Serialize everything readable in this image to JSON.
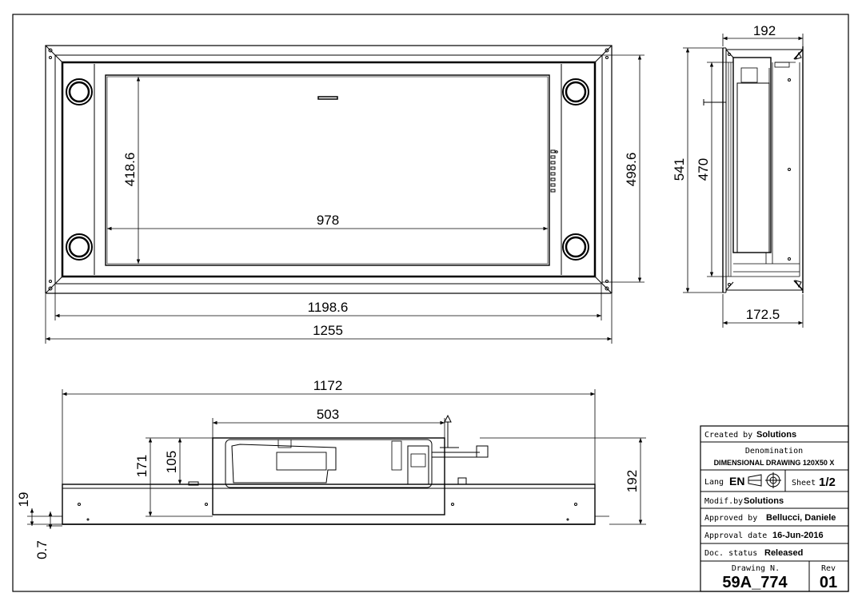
{
  "dimensions": {
    "front_inner_height": "418.6",
    "front_inner_width": "978",
    "front_frame_height": "498.6",
    "front_frame_width": "1198.6",
    "front_overall_width": "1255",
    "side_top_depth": "192",
    "side_overall_height": "541",
    "side_inner_height": "470",
    "side_bottom_depth": "172.5",
    "bottom_overall_width": "1172",
    "bottom_motor_width": "503",
    "bottom_height_171": "171",
    "bottom_height_105": "105",
    "bottom_total_height": "192",
    "bottom_flange": "19",
    "bottom_thickness": "0.7"
  },
  "title_block": {
    "created_label": "Created by",
    "created_value": "Solutions",
    "denomination_label": "Denomination",
    "denomination_value": "DIMENSIONAL DRAWING 120X50 X",
    "lang_label": "Lang",
    "lang_value": "EN",
    "sheet_label": "Sheet",
    "sheet_value": "1/2",
    "modif_label": "Modif.by",
    "modif_value": "Solutions",
    "approved_label": "Approved by",
    "approved_value": "Bellucci, Daniele",
    "approval_date_label": "Approval date",
    "approval_date_value": "16-Jun-2016",
    "status_label": "Doc. status",
    "status_value": "Released",
    "drawing_label": "Drawing N.",
    "drawing_value": "59A_774",
    "rev_label": "Rev",
    "rev_value": "01"
  }
}
